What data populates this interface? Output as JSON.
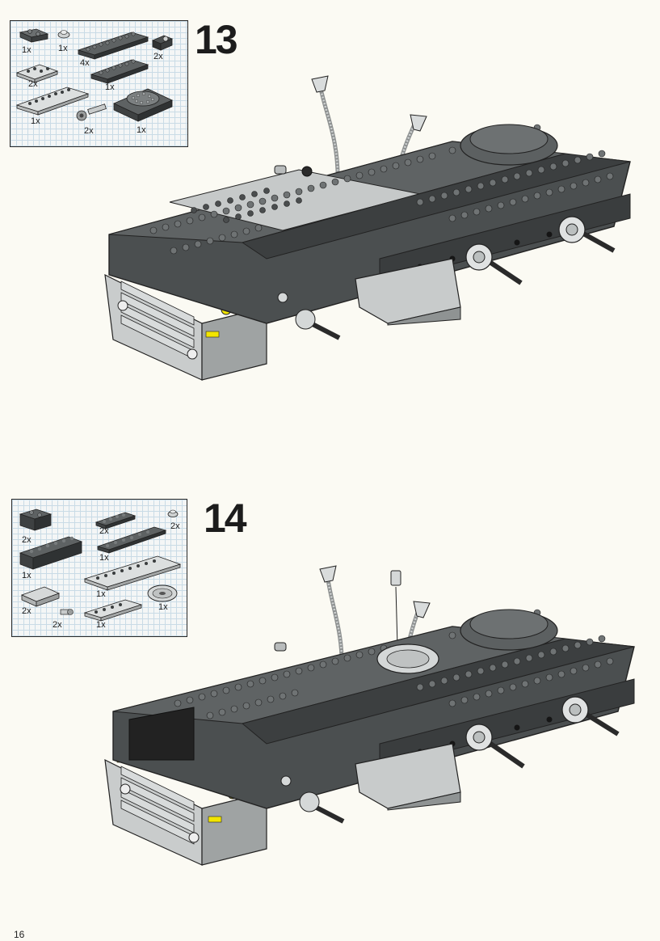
{
  "page": {
    "number": "16"
  },
  "steps": [
    {
      "number": "13",
      "parts": [
        {
          "qty": "1x",
          "icon": "brick-plate-2x2-dark"
        },
        {
          "qty": "1x",
          "icon": "round-plate-light"
        },
        {
          "qty": "4x",
          "icon": "plate-2x8-dark"
        },
        {
          "qty": "2x",
          "icon": "slope-brick-dark"
        },
        {
          "qty": "2x",
          "icon": "plate-2x4-light"
        },
        {
          "qty": "1x",
          "icon": "plate-2x6-dark"
        },
        {
          "qty": "1x",
          "icon": "plate-2x8-light"
        },
        {
          "qty": "2x",
          "icon": "technic-axle-pin-light"
        },
        {
          "qty": "1x",
          "icon": "turntable-dark"
        }
      ]
    },
    {
      "number": "14",
      "parts": [
        {
          "qty": "2x",
          "icon": "brick-2x2-dark"
        },
        {
          "qty": "2x",
          "icon": "plate-1x4-dark"
        },
        {
          "qty": "2x",
          "icon": "round-plate-light"
        },
        {
          "qty": "1x",
          "icon": "brick-1x6-dark"
        },
        {
          "qty": "1x",
          "icon": "plate-1x6-dark"
        },
        {
          "qty": "1x",
          "icon": "plate-2x8-light"
        },
        {
          "qty": "2x",
          "icon": "slope-brick-light"
        },
        {
          "qty": "1x",
          "icon": "gear-wheel-light"
        },
        {
          "qty": "2x",
          "icon": "technic-pin-light"
        },
        {
          "qty": "1x",
          "icon": "plate-1x4-light"
        }
      ]
    }
  ]
}
